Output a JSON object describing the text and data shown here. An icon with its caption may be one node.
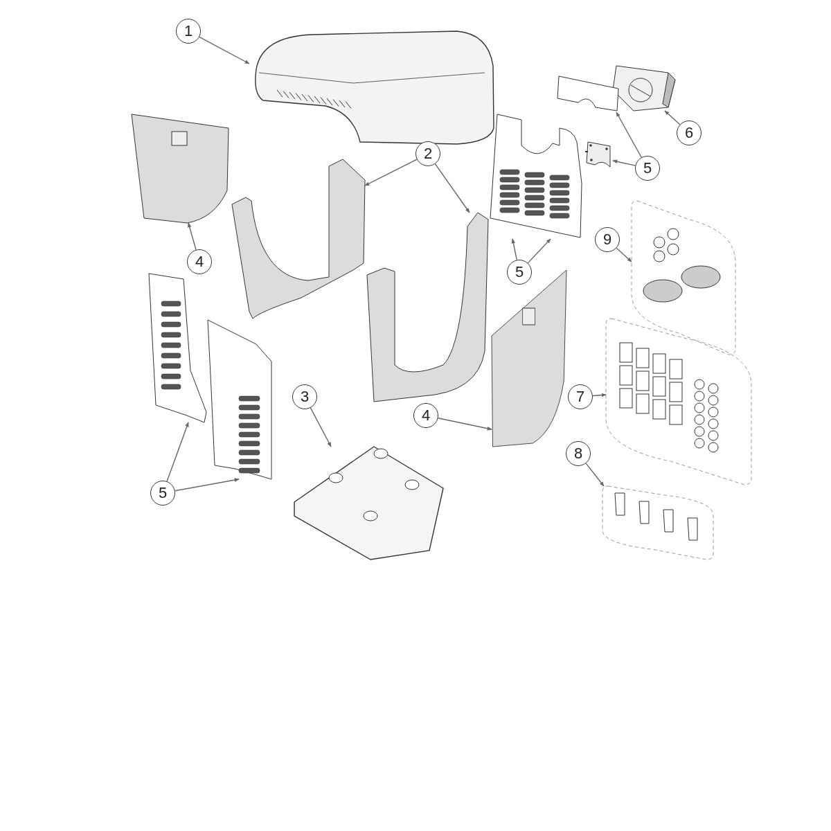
{
  "diagram": {
    "nodes": [
      {
        "text": [
          "1"
        ]
      },
      {
        "text": [],
        "shape": "picture"
      },
      {
        "text": [],
        "shape": "picture"
      },
      {
        "text": [],
        "shape": "picture"
      },
      {
        "text": [],
        "shape": "picture"
      },
      {
        "text": [],
        "shape": "picture"
      },
      {
        "text": [
          "6"
        ]
      },
      {
        "text": [
          "2"
        ]
      },
      {
        "text": [],
        "shape": "picture"
      },
      {
        "text": [],
        "shape": "picture"
      },
      {
        "text": [
          "5"
        ]
      },
      {
        "text": [],
        "shape": "picture"
      },
      {
        "text": [],
        "shape": "picture"
      },
      {
        "text": [
          "9"
        ]
      },
      {
        "text": [
          "4"
        ]
      },
      {
        "text": [
          "5"
        ]
      },
      {
        "text": [],
        "shape": "picture"
      },
      {
        "text": [],
        "shape": "picture"
      },
      {
        "text": [],
        "shape": "picture"
      },
      {
        "text": [],
        "shape": "picture"
      },
      {
        "text": [
          "3"
        ]
      },
      {
        "text": [
          "7"
        ]
      },
      {
        "text": [
          "4"
        ]
      },
      {
        "text": [],
        "shape": "picture"
      },
      {
        "text": [],
        "shape": "picture"
      },
      {
        "text": [
          "8"
        ]
      },
      {
        "text": [
          "5"
        ]
      }
    ],
    "edges": [
      {
        "from": 0,
        "to": 1,
        "arrow": "to"
      },
      {
        "from": 6,
        "to": 2,
        "arrow": "to"
      },
      {
        "from": 7,
        "to": 8,
        "arrow": "to"
      },
      {
        "from": 7,
        "to": 12,
        "arrow": "to"
      },
      {
        "from": 10,
        "to": 3,
        "arrow": "to"
      },
      {
        "from": 10,
        "to": 9,
        "arrow": "to"
      },
      {
        "from": 13,
        "to": 11,
        "arrow": "to"
      },
      {
        "from": 14,
        "to": 5,
        "arrow": "to"
      },
      {
        "from": 15,
        "to": 4,
        "arrow": "to"
      },
      {
        "from": 15,
        "to": 4,
        "arrow": "to"
      },
      {
        "from": 20,
        "to": 23,
        "arrow": "to"
      },
      {
        "from": 21,
        "to": 19,
        "arrow": "to"
      },
      {
        "from": 22,
        "to": 16,
        "arrow": "to"
      },
      {
        "from": 25,
        "to": 24,
        "arrow": "to"
      },
      {
        "from": 26,
        "to": 17,
        "arrow": "to"
      },
      {
        "from": 26,
        "to": 18,
        "arrow": "to"
      }
    ]
  }
}
